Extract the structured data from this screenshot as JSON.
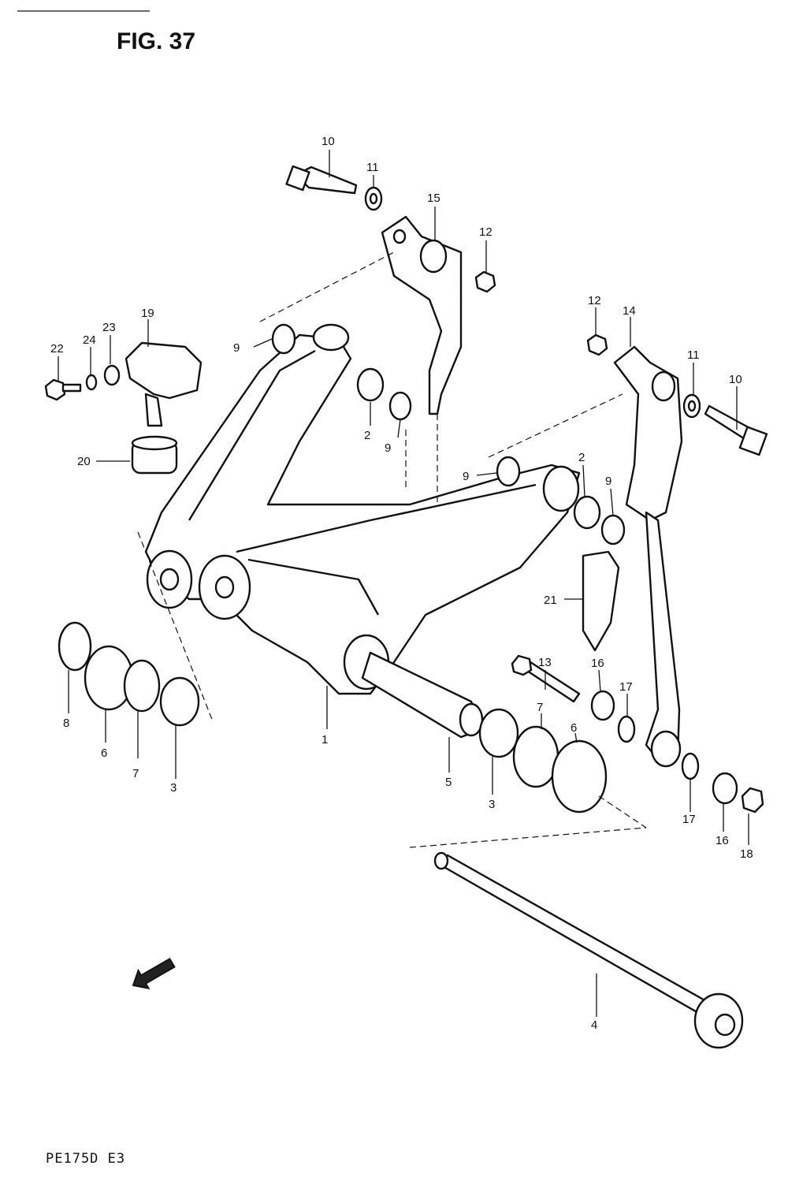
{
  "figure": {
    "title": "FIG. 37",
    "footer_code": "PE175D E3"
  },
  "callouts": [
    "1",
    "2",
    "2",
    "3",
    "3",
    "4",
    "5",
    "6",
    "6",
    "7",
    "7",
    "8",
    "9",
    "9",
    "9",
    "9",
    "10",
    "10",
    "11",
    "11",
    "12",
    "12",
    "13",
    "14",
    "15",
    "16",
    "16",
    "17",
    "17",
    "18",
    "19",
    "20",
    "21",
    "22",
    "23",
    "24"
  ],
  "icons": {
    "forward_arrow": "fwd-arrow-icon"
  },
  "colors": {
    "ink": "#111111",
    "paper": "#ffffff"
  }
}
